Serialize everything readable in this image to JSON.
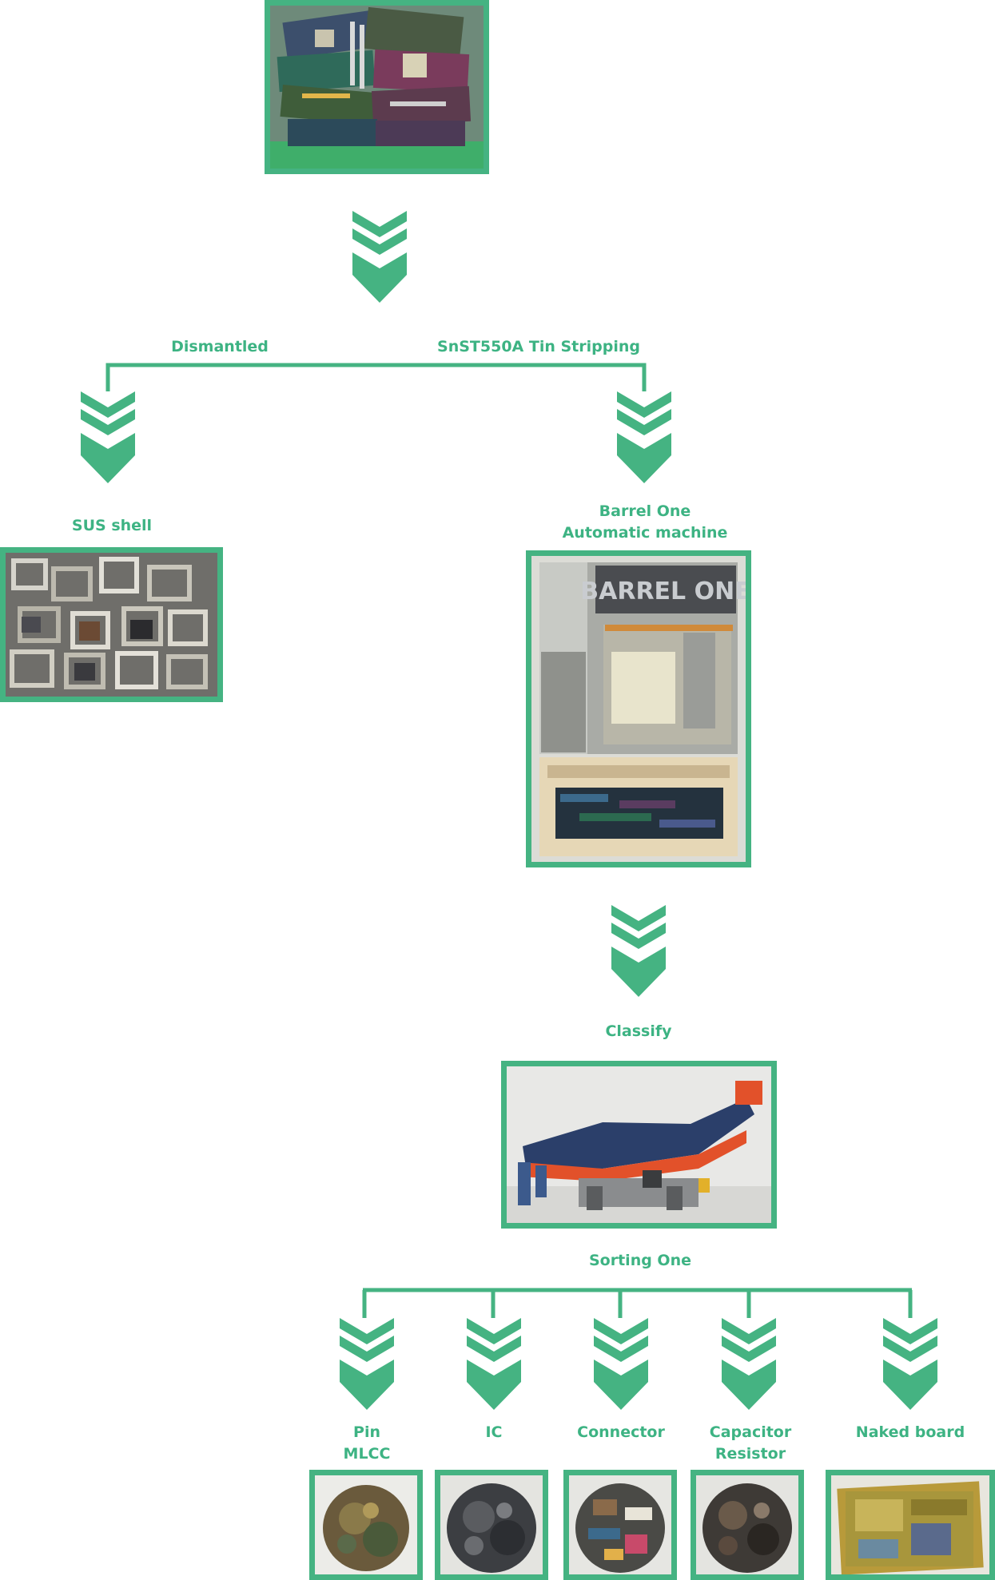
{
  "colors": {
    "accent": "#45b382",
    "label": "#3db383"
  },
  "branches": {
    "dismantled": "Dismantled",
    "tin_stripping": "SnST550A Tin Stripping"
  },
  "nodes": {
    "sus_shell": "SUS shell",
    "barrel_one": [
      "Barrel One",
      "Automatic machine"
    ],
    "classify": "Classify",
    "sorting_one": "Sorting One"
  },
  "outputs": [
    {
      "lines": [
        "Pin",
        "MLCC"
      ]
    },
    {
      "lines": [
        "IC"
      ]
    },
    {
      "lines": [
        "Connector"
      ]
    },
    {
      "lines": [
        "Capacitor",
        "Resistor"
      ]
    },
    {
      "lines": [
        "Naked board"
      ]
    }
  ],
  "icons": {
    "arrow": "triple-chevron-down-icon"
  }
}
